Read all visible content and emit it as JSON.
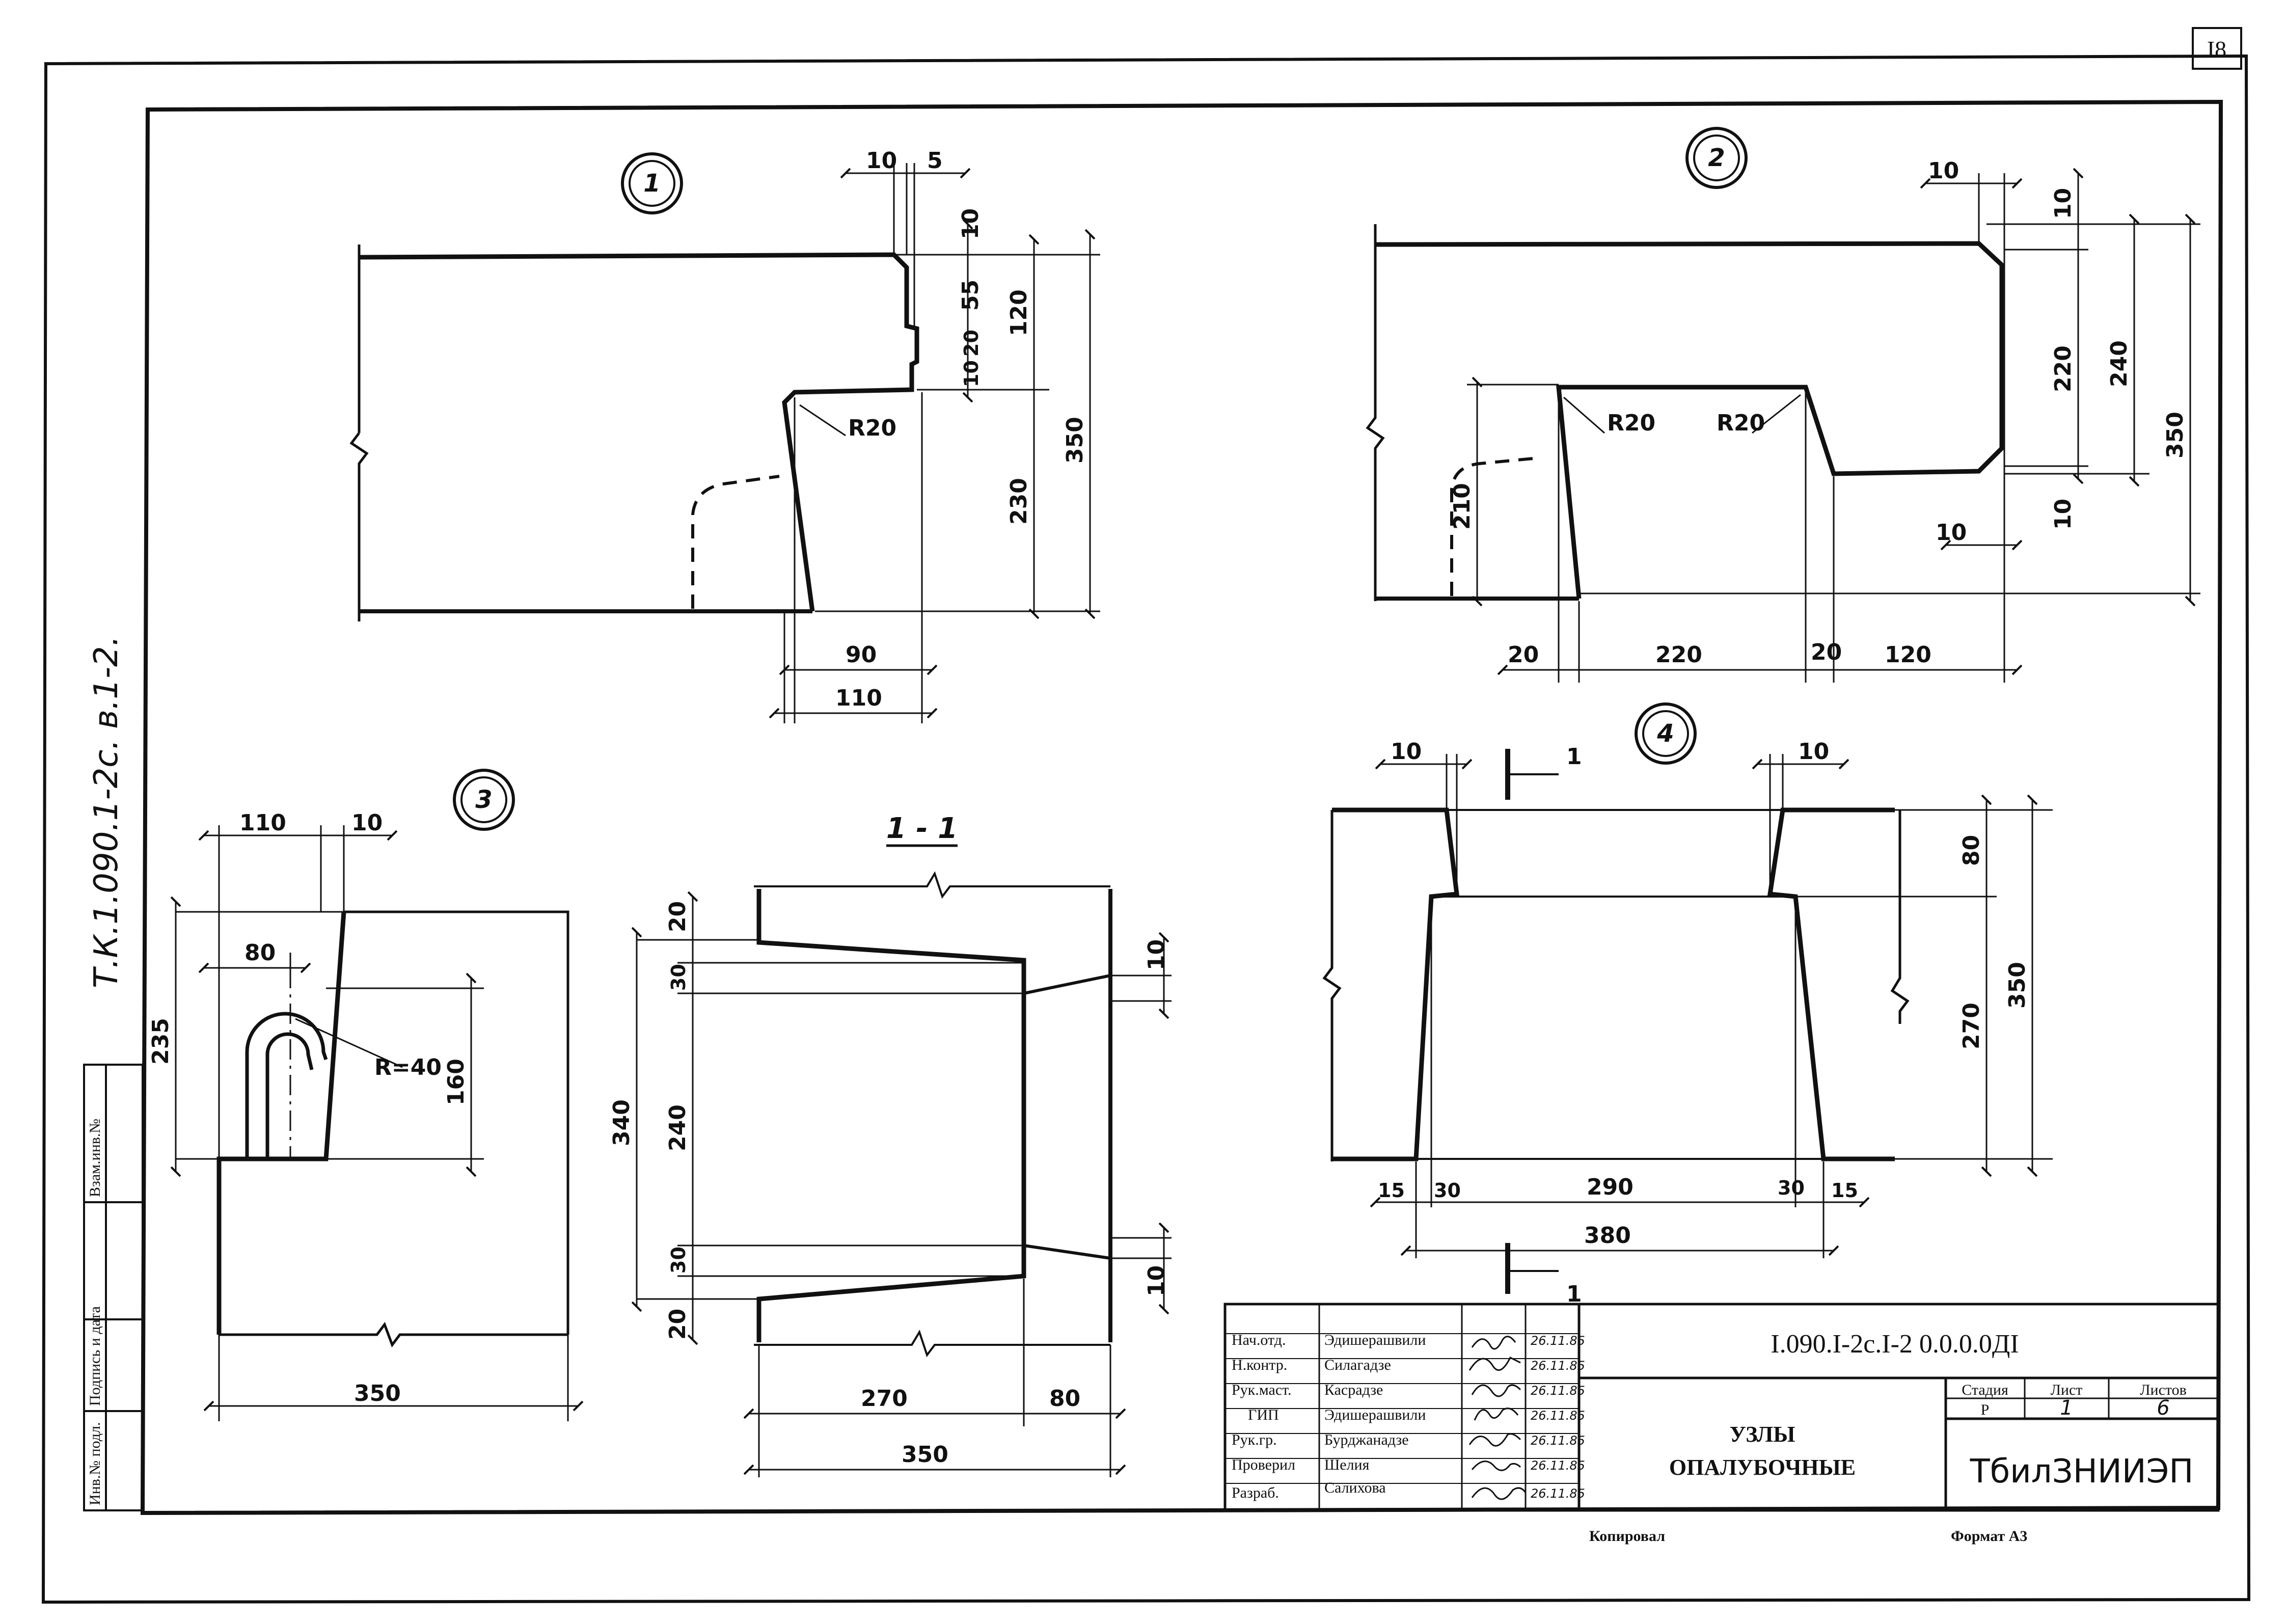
{
  "sheet": {
    "sheet_number": "I8",
    "side_code": "Т.К.1.090.1-2с. в.1-2.",
    "format": "Формат А3",
    "copied": "Копировал"
  },
  "side_stamp": {
    "inv_podl": "Инв.№ подл.",
    "podp_data": "Подпись и дата",
    "vzam_inv": "Взам.инв.№"
  },
  "nodes": {
    "n1": {
      "label": "1",
      "dims": [
        "10",
        "5",
        "10",
        "55",
        "20",
        "10",
        "120",
        "350",
        "230",
        "R20",
        "90",
        "110"
      ]
    },
    "n2": {
      "label": "2",
      "dims": [
        "10",
        "10",
        "220",
        "240",
        "350",
        "10",
        "10",
        "210",
        "R20",
        "R20",
        "20",
        "220",
        "20",
        "120"
      ]
    },
    "n3": {
      "label": "3",
      "dims": [
        "110",
        "10",
        "80",
        "235",
        "160",
        "R=40",
        "350"
      ]
    },
    "s11": {
      "label": "1 - 1",
      "dims": [
        "20",
        "30",
        "240",
        "340",
        "30",
        "20",
        "10",
        "10",
        "270",
        "80",
        "350"
      ]
    },
    "n4": {
      "label": "4",
      "dims": [
        "10",
        "10",
        "80",
        "270",
        "350",
        "15",
        "30",
        "290",
        "30",
        "15",
        "380"
      ],
      "cut": "1"
    }
  },
  "title_block": {
    "doc_code": "I.090.I-2c.I-2 0.0.0.0ДI",
    "title_line1": "УЗЛЫ",
    "title_line2": "ОПАЛУБОЧНЫЕ",
    "org": "ТбилЗНИИЭП",
    "stage_header": "Стадия",
    "sheet_header": "Лист",
    "sheets_header": "Листов",
    "stage": "Р",
    "sheet": "1",
    "sheets": "6",
    "roles": [
      {
        "role": "Нач.отд.",
        "name": "Эдишерашвили",
        "date": "26.11.85"
      },
      {
        "role": "Н.контр.",
        "name": "Силагадзе",
        "date": "26.11.85"
      },
      {
        "role": "Рук.маст.",
        "name": "Касрадзе",
        "date": "26.11.85"
      },
      {
        "role": "ГИП",
        "name": "Эдишерашвили",
        "date": "26.11.85"
      },
      {
        "role": "Рук.гр.",
        "name": "Бурджанадзе",
        "date": "26.11.85"
      },
      {
        "role": "Проверил",
        "name": "Шелия",
        "date": "26.11.85"
      },
      {
        "role": "Разраб.",
        "name": "Салихова",
        "date": "26.11.85"
      }
    ]
  }
}
